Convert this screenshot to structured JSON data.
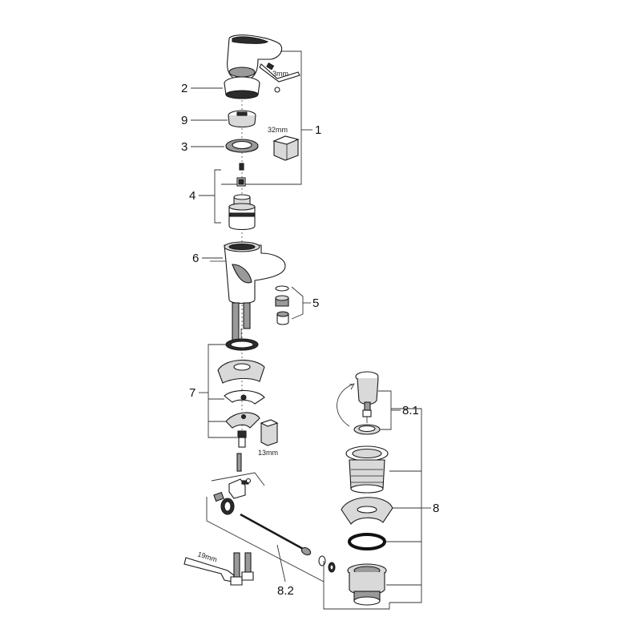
{
  "callouts": {
    "c1": "1",
    "c2": "2",
    "c3": "3",
    "c4": "4",
    "c5": "5",
    "c6": "6",
    "c7": "7",
    "c8": "8",
    "c9": "9",
    "c81": "8.1",
    "c82": "8.2"
  },
  "dimensions": {
    "allen_key": "3mm",
    "hex_socket": "32mm",
    "hex_nut": "13mm",
    "wrench": "19mm"
  }
}
